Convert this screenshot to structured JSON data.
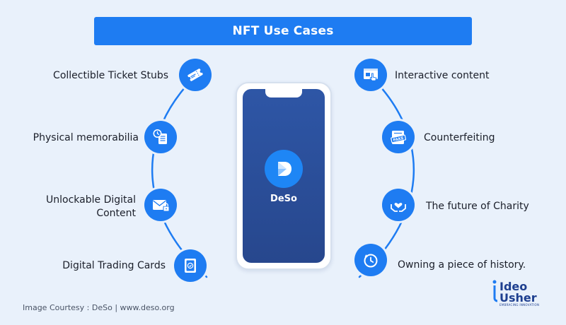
{
  "title": "NFT Use Cases",
  "left_items": [
    {
      "label": "Collectible Ticket Stubs",
      "icon": "ticket-icon"
    },
    {
      "label": "Physical memorabilia",
      "icon": "document-history-icon"
    },
    {
      "label": "Unlockable Digital\nContent",
      "icon": "locked-mail-icon"
    },
    {
      "label": "Digital Trading Cards",
      "icon": "trading-card-icon"
    }
  ],
  "right_items": [
    {
      "label": "Interactive content",
      "icon": "touch-screen-icon"
    },
    {
      "label": "Counterfeiting",
      "icon": "fake-stamp-icon"
    },
    {
      "label": "The future of Charity",
      "icon": "heart-hands-icon"
    },
    {
      "label": "Owning a piece of history.",
      "icon": "history-clock-icon"
    }
  ],
  "phone": {
    "app_name": "DeSo"
  },
  "credit": "Image Courtesy : DeSo | www.deso.org",
  "brand": {
    "line1": "Ideo",
    "line2": "Usher",
    "tagline": "EMBRACING INNOVATION"
  },
  "colors": {
    "accent": "#1e7cf2",
    "background": "#e9f1fb",
    "phone_screen": "#2b4f9a"
  }
}
